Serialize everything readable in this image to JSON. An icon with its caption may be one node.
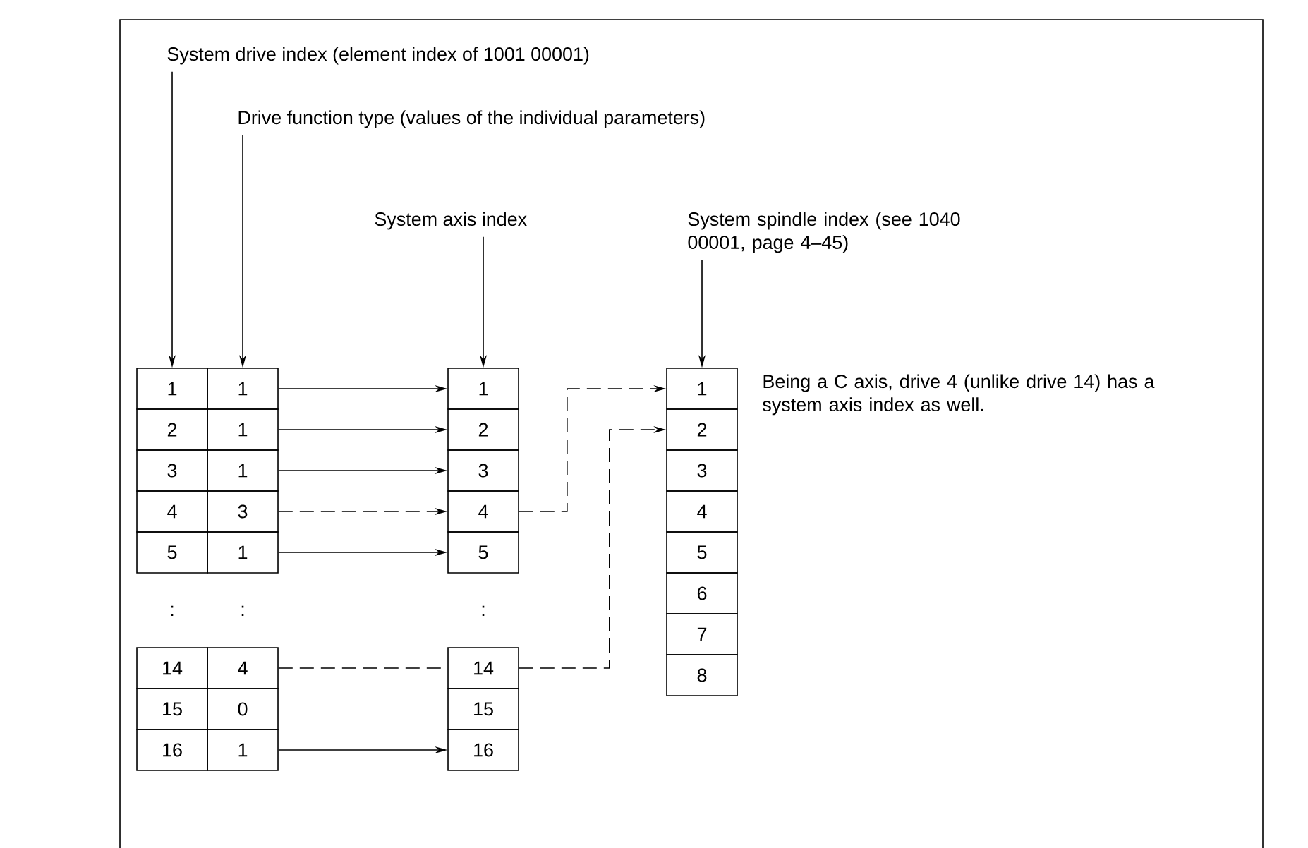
{
  "diagram": {
    "nodes": [
      {
        "text": [
          "System drive index (element index of 1001 00001)"
        ]
      },
      {
        "text": [
          "Drive function type (values of the individual parameters)"
        ]
      },
      {
        "text": [
          "System axis index"
        ]
      },
      {
        "text": [
          "System spindle index (see 1040 00001, page 4–45)"
        ]
      },
      {
        "text": [
          "1"
        ]
      },
      {
        "text": [
          "2"
        ]
      },
      {
        "text": [
          "3"
        ]
      },
      {
        "text": [
          "4"
        ]
      },
      {
        "text": [
          "5"
        ]
      },
      {
        "text": [
          "14"
        ]
      },
      {
        "text": [
          "15"
        ]
      },
      {
        "text": [
          "16"
        ]
      },
      {
        "text": [
          "1"
        ]
      },
      {
        "text": [
          "1"
        ]
      },
      {
        "text": [
          "1"
        ]
      },
      {
        "text": [
          "3"
        ]
      },
      {
        "text": [
          "1"
        ]
      },
      {
        "text": [
          "4"
        ]
      },
      {
        "text": [
          "0"
        ]
      },
      {
        "text": [
          "1"
        ]
      },
      {
        "text": [
          "1"
        ]
      },
      {
        "text": [
          "2"
        ]
      },
      {
        "text": [
          "3"
        ]
      },
      {
        "text": [
          "4"
        ]
      },
      {
        "text": [
          "5"
        ]
      },
      {
        "text": [
          "14"
        ]
      },
      {
        "text": [
          "15"
        ]
      },
      {
        "text": [
          "16"
        ]
      },
      {
        "text": [
          "1"
        ]
      },
      {
        "text": [
          "2"
        ]
      },
      {
        "text": [
          "3"
        ]
      },
      {
        "text": [
          "4"
        ]
      },
      {
        "text": [
          "5"
        ]
      },
      {
        "text": [
          "6"
        ]
      },
      {
        "text": [
          "7"
        ]
      },
      {
        "text": [
          "8"
        ]
      }
    ],
    "edges": [
      {
        "from": 0,
        "to": 4,
        "arrow": "to"
      },
      {
        "from": 1,
        "to": 12,
        "arrow": "to"
      },
      {
        "from": 2,
        "to": 20,
        "arrow": "to"
      },
      {
        "from": 3,
        "to": 28,
        "arrow": "to"
      },
      {
        "from": 12,
        "to": 20,
        "arrow": "to"
      },
      {
        "from": 13,
        "to": 21,
        "arrow": "to"
      },
      {
        "from": 14,
        "to": 22,
        "arrow": "to"
      },
      {
        "from": 15,
        "to": 23,
        "arrow": "to",
        "style": "dashed"
      },
      {
        "from": 16,
        "to": 24,
        "arrow": "to"
      },
      {
        "from": 17,
        "to": 25,
        "arrow": "none",
        "style": "dashed"
      },
      {
        "from": 19,
        "to": 27,
        "arrow": "to"
      },
      {
        "from": 23,
        "to": 28,
        "arrow": "to",
        "style": "dashed"
      },
      {
        "from": 25,
        "to": 29,
        "arrow": "to",
        "style": "dashed"
      }
    ],
    "labels": [
      ":",
      ":",
      ":",
      "Being a C axis, drive 4 (unlike drive 14) has a system axis index as well."
    ]
  }
}
